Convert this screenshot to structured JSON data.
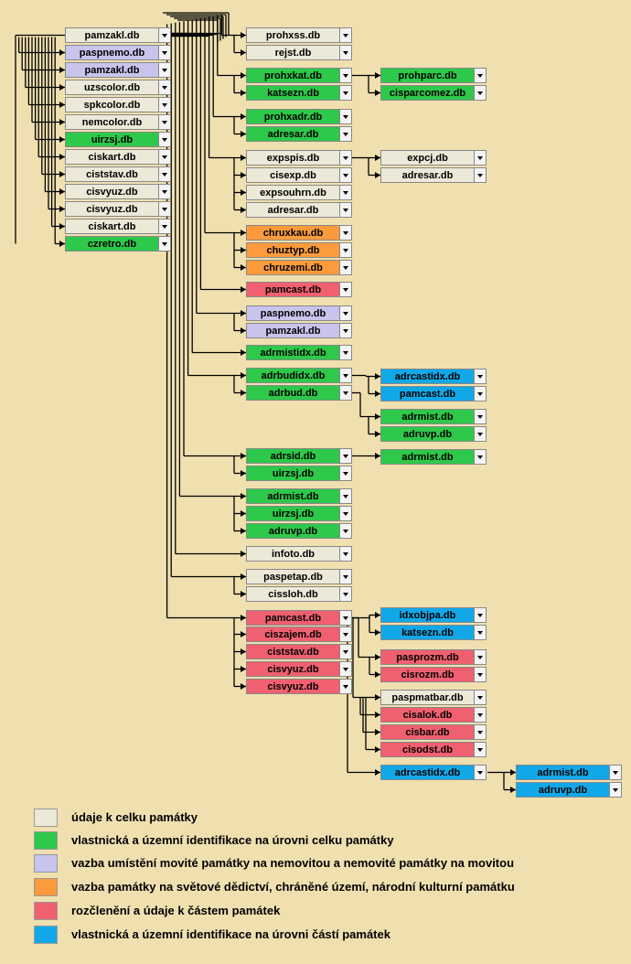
{
  "colors": {
    "beige": "#ece9d8",
    "green": "#2ec84a",
    "lavender": "#c8c4ec",
    "orange": "#fb9b3c",
    "red": "#f06070",
    "blue": "#12a8e8",
    "background": "#f0e0b0"
  },
  "left_tables": [
    {
      "label": "pamzakl.db",
      "color": "beige"
    },
    {
      "label": "paspnemo.db",
      "color": "lavender"
    },
    {
      "label": "pamzakl.db",
      "color": "lavender"
    },
    {
      "label": "uzscolor.db",
      "color": "beige"
    },
    {
      "label": "spkcolor.db",
      "color": "beige"
    },
    {
      "label": "nemcolor.db",
      "color": "beige"
    },
    {
      "label": "uirzsj.db",
      "color": "green"
    },
    {
      "label": "ciskart.db",
      "color": "beige"
    },
    {
      "label": "ciststav.db",
      "color": "beige"
    },
    {
      "label": "cisvyuz.db",
      "color": "beige"
    },
    {
      "label": "cisvyuz.db",
      "color": "beige"
    },
    {
      "label": "ciskart.db",
      "color": "beige"
    },
    {
      "label": "czretro.db",
      "color": "green"
    }
  ],
  "middle_tables": [
    {
      "label": "prohxss.db",
      "color": "beige"
    },
    {
      "label": "rejst.db",
      "color": "beige"
    },
    {
      "label": "prohxkat.db",
      "color": "green"
    },
    {
      "label": "katsezn.db",
      "color": "green"
    },
    {
      "label": "prohxadr.db",
      "color": "green"
    },
    {
      "label": "adresar.db",
      "color": "green"
    },
    {
      "label": "expspis.db",
      "color": "beige"
    },
    {
      "label": "cisexp.db",
      "color": "beige"
    },
    {
      "label": "expsouhrn.db",
      "color": "beige"
    },
    {
      "label": "adresar.db",
      "color": "beige"
    },
    {
      "label": "chruxkau.db",
      "color": "orange"
    },
    {
      "label": "chuztyp.db",
      "color": "orange"
    },
    {
      "label": "chruzemi.db",
      "color": "orange"
    },
    {
      "label": "pamcast.db",
      "color": "red"
    },
    {
      "label": "paspnemo.db",
      "color": "lavender"
    },
    {
      "label": "pamzakl.db",
      "color": "lavender"
    },
    {
      "label": "adrmistidx.db",
      "color": "green"
    },
    {
      "label": "adrbudidx.db",
      "color": "green"
    },
    {
      "label": "adrbud.db",
      "color": "green"
    },
    {
      "label": "adrsid.db",
      "color": "green"
    },
    {
      "label": "uirzsj.db",
      "color": "green"
    },
    {
      "label": "adrmist.db",
      "color": "green"
    },
    {
      "label": "uirzsj.db",
      "color": "green"
    },
    {
      "label": "adruvp.db",
      "color": "green"
    },
    {
      "label": "infoto.db",
      "color": "beige"
    },
    {
      "label": "paspetap.db",
      "color": "beige"
    },
    {
      "label": "cissloh.db",
      "color": "beige"
    },
    {
      "label": "pamcast.db",
      "color": "red"
    },
    {
      "label": "ciszajem.db",
      "color": "red"
    },
    {
      "label": "ciststav.db",
      "color": "red"
    },
    {
      "label": "cisvyuz.db",
      "color": "red"
    },
    {
      "label": "cisvyuz.db",
      "color": "red"
    }
  ],
  "right_tables": [
    {
      "label": "prohparc.db",
      "color": "green"
    },
    {
      "label": "cisparcomez.db",
      "color": "green"
    },
    {
      "label": "expcj.db",
      "color": "beige"
    },
    {
      "label": "adresar.db",
      "color": "beige"
    },
    {
      "label": "adrcastidx.db",
      "color": "blue"
    },
    {
      "label": "pamcast.db",
      "color": "blue"
    },
    {
      "label": "adrmist.db",
      "color": "green"
    },
    {
      "label": "adruvp.db",
      "color": "green"
    },
    {
      "label": "adrmist.db",
      "color": "green"
    },
    {
      "label": "idxobjpa.db",
      "color": "blue"
    },
    {
      "label": "katsezn.db",
      "color": "blue"
    },
    {
      "label": "pasprozm.db",
      "color": "red"
    },
    {
      "label": "cisrozm.db",
      "color": "red"
    },
    {
      "label": "paspmatbar.db",
      "color": "beige"
    },
    {
      "label": "cisalok.db",
      "color": "red"
    },
    {
      "label": "cisbar.db",
      "color": "red"
    },
    {
      "label": "cisodst.db",
      "color": "red"
    },
    {
      "label": "adrcastidx.db",
      "color": "blue"
    }
  ],
  "far_tables": [
    {
      "label": "adrmist.db",
      "color": "blue"
    },
    {
      "label": "adruvp.db",
      "color": "blue"
    }
  ],
  "legend": [
    {
      "color": "beige",
      "text": "údaje k celku památky"
    },
    {
      "color": "green",
      "text": "vlastnická a územní identifikace na úrovni celku památky"
    },
    {
      "color": "lavender",
      "text": "vazba umístění movité památky na nemovitou a nemovité památky na movitou"
    },
    {
      "color": "orange",
      "text": "vazba památky na světové dědictví, chráněné území, národní kulturní památku"
    },
    {
      "color": "red",
      "text": "rozčlenění a údaje k částem památek"
    },
    {
      "color": "blue",
      "text": "vlastnická a územní identifikace na úrovni částí památek"
    }
  ]
}
